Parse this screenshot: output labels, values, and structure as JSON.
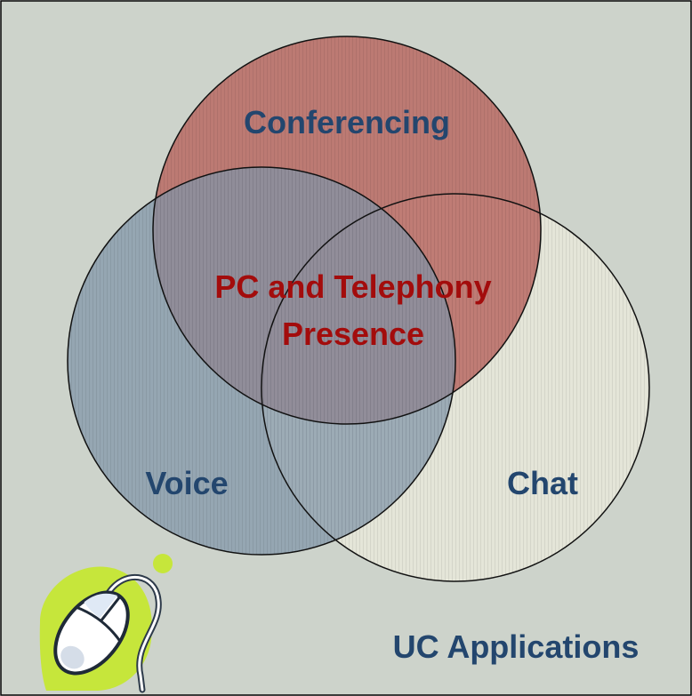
{
  "diagram": {
    "background_color": "#cdd3cb",
    "circles": [
      {
        "id": "conferencing",
        "label": "Conferencing",
        "fill": "#b86a64",
        "label_color": "#23466e"
      },
      {
        "id": "voice",
        "label": "Voice",
        "fill": "#8a9eae",
        "label_color": "#23466e"
      },
      {
        "id": "chat",
        "label": "Chat",
        "fill": "#e5e6d8",
        "label_color": "#23466e"
      }
    ],
    "center_label": {
      "line1": "PC and Telephony",
      "line2": "Presence",
      "color": "#a30c0c"
    },
    "caption": {
      "text": "UC Applications",
      "color": "#23466e"
    },
    "icon": {
      "name": "computer-mouse-icon",
      "blob_color": "#c6e63b"
    }
  }
}
